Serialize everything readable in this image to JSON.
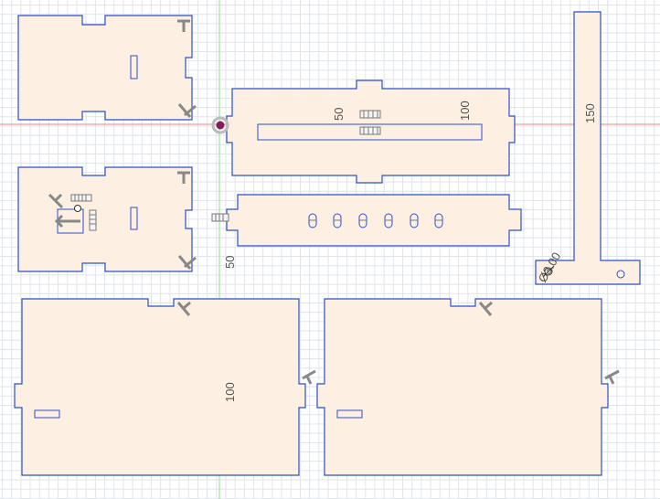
{
  "dimensions": {
    "dim_50_top": "50",
    "dim_100_top": "100",
    "dim_150_side": "150",
    "dim_50_left": "50",
    "dim_100_bottom": "100",
    "dim_diameter": "Ø3.00"
  },
  "colors": {
    "part_fill": "#fdf0e2",
    "part_stroke": "#2b50c8",
    "grid": "#dfe3ea",
    "axis_x": "#e05555",
    "axis_y": "#66c066",
    "origin": "#8a1a5a"
  },
  "icons": [
    "perpendicular-constraint-icon",
    "horizontal-constraint-icon",
    "origin-point-icon"
  ]
}
